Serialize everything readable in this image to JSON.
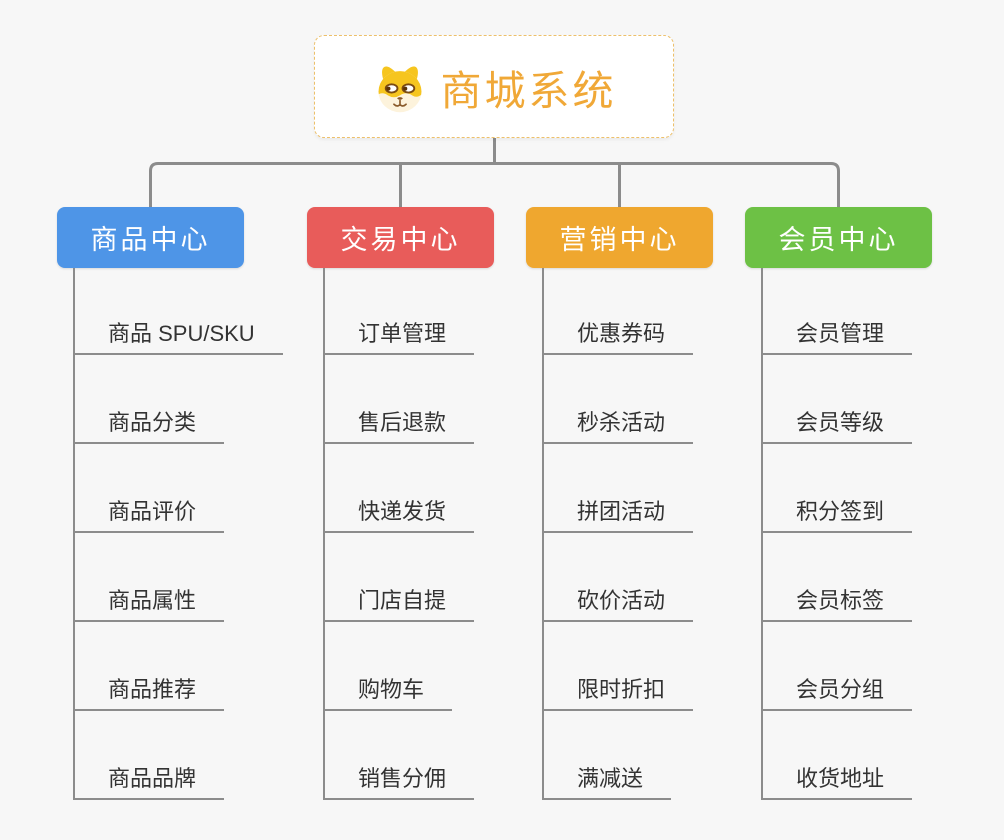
{
  "page": {
    "background": "#f7f7f7",
    "connector_color": "#8c8c8c"
  },
  "root": {
    "title": "商城系统",
    "icon": "dog-face-icon",
    "text_color": "#f0a837",
    "border_color": "#edc06a"
  },
  "branches": [
    {
      "id": "product-center",
      "label": "商品中心",
      "color": "#4e95e7",
      "children": [
        "商品 SPU/SKU",
        "商品分类",
        "商品评价",
        "商品属性",
        "商品推荐",
        "商品品牌"
      ]
    },
    {
      "id": "trade-center",
      "label": "交易中心",
      "color": "#e85c5a",
      "children": [
        "订单管理",
        "售后退款",
        "快递发货",
        "门店自提",
        "购物车",
        "销售分佣"
      ]
    },
    {
      "id": "marketing-center",
      "label": "营销中心",
      "color": "#efa72f",
      "children": [
        "优惠券码",
        "秒杀活动",
        "拼团活动",
        "砍价活动",
        "限时折扣",
        "满减送"
      ]
    },
    {
      "id": "member-center",
      "label": "会员中心",
      "color": "#6dc145",
      "children": [
        "会员管理",
        "会员等级",
        "积分签到",
        "会员标签",
        "会员分组",
        "收货地址"
      ]
    }
  ]
}
